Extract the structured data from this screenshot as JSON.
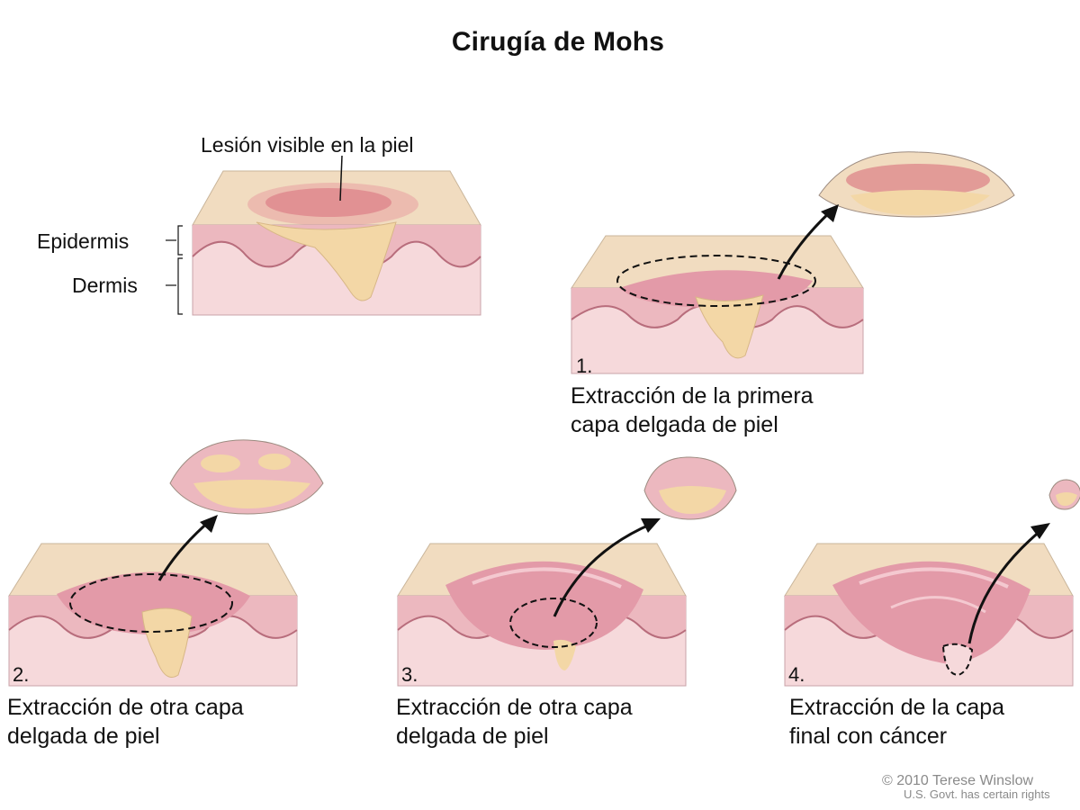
{
  "title": "Cirugía de Mohs",
  "labels": {
    "lesion": "Lesión visible en la piel",
    "epidermis": "Epidermis",
    "dermis": "Dermis"
  },
  "steps": [
    {
      "number": "1.",
      "caption_line1": "Extracción de la primera",
      "caption_line2": "capa delgada de piel"
    },
    {
      "number": "2.",
      "caption_line1": "Extracción de otra capa",
      "caption_line2": "delgada de piel"
    },
    {
      "number": "3.",
      "caption_line1": "Extracción de otra capa",
      "caption_line2": "delgada de piel"
    },
    {
      "number": "4.",
      "caption_line1": "Extracción de la capa",
      "caption_line2": "final con cáncer"
    }
  ],
  "credit": {
    "line1": "© 2010 Terese Winslow",
    "line2": "U.S. Govt. has certain rights"
  },
  "colors": {
    "skin_surface": "#f1dcc0",
    "epidermis": "#ecb8bf",
    "dermis": "#f6d9db",
    "wound": "#e39aa8",
    "tumor": "#f3d7a6",
    "lesion": "#d9707b"
  }
}
